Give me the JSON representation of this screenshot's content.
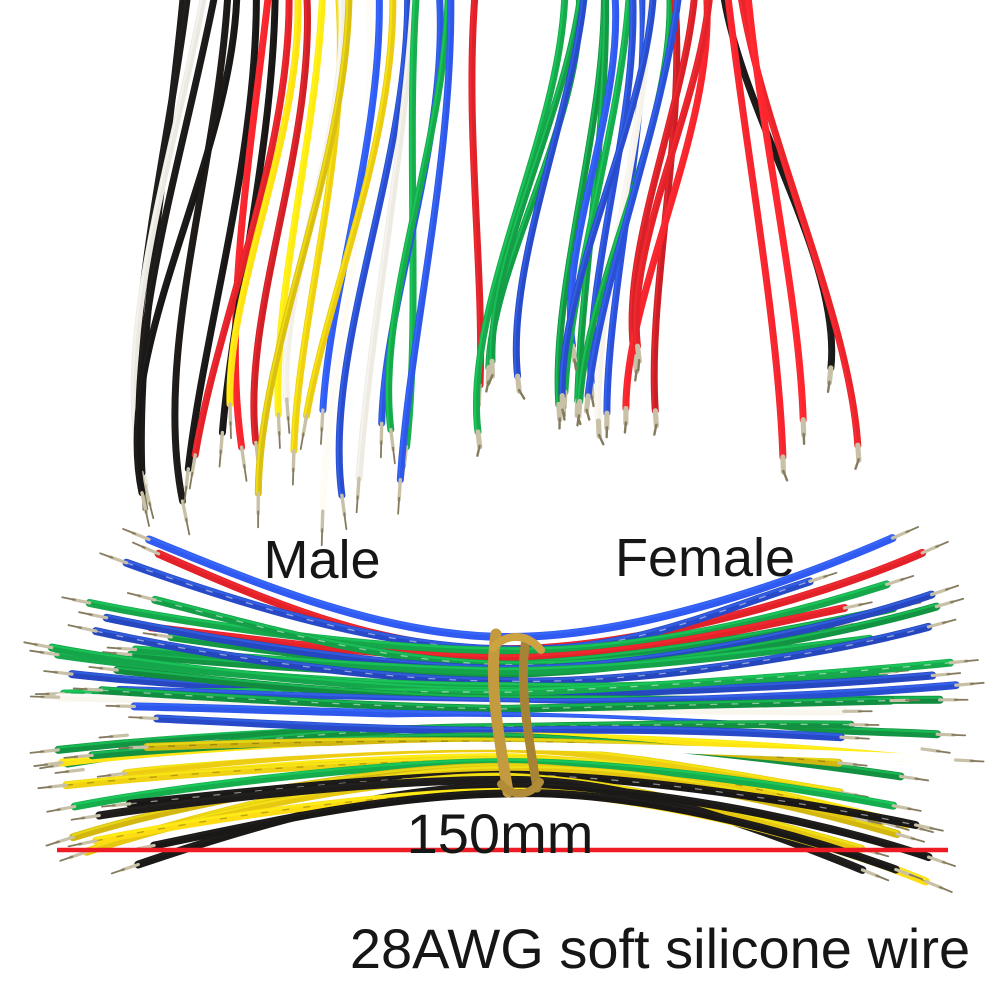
{
  "image": {
    "type": "product-photo",
    "background": "#ffffff",
    "subject": "28AWG soft silicone jumper wires with crimped terminals, bundle tied with rubber band"
  },
  "labels": {
    "male": "Male",
    "female": "Female",
    "length": "150mm",
    "caption": "28AWG soft silicone wire"
  },
  "palette": {
    "black": "#1b1917",
    "red": "#e02128",
    "yellow": "#eecf12",
    "white": "#f3f0e8",
    "blue": "#2a4fd4",
    "green": "#149a45",
    "terminal": "#c8c1a7",
    "terminal_dark": "#847b5e",
    "rubber_band": "#c39a3e",
    "measure_line": "#ee1b24",
    "text": "#161616"
  },
  "measure_line": {
    "color": "#ee1b24"
  },
  "bundles": {
    "male": {
      "terminal_type": "male-pin",
      "wires": [
        "black",
        "black",
        "white",
        "black",
        "black",
        "black",
        "black",
        "red",
        "black",
        "red",
        "yellow",
        "red",
        "yellow",
        "yellow",
        "white",
        "yellow",
        "white",
        "blue",
        "yellow",
        "blue",
        "white",
        "green",
        "blue",
        "green",
        "blue",
        "red"
      ]
    },
    "female": {
      "terminal_type": "female-socket",
      "wires": [
        "green",
        "green",
        "green",
        "blue",
        "green",
        "green",
        "blue",
        "green",
        "blue",
        "blue",
        "white",
        "blue",
        "green",
        "red",
        "blue",
        "red",
        "red",
        "red",
        "black",
        "red",
        "red",
        "red"
      ]
    },
    "tied": {
      "terminal_type": "crimped",
      "rubber_band_color": "#c39a3e",
      "wires": [
        "blue",
        "red",
        "blue",
        "green",
        "red",
        "green",
        "green",
        "blue",
        "green",
        "green",
        "blue",
        "green",
        "green",
        "blue",
        "green",
        "green",
        "blue",
        "white",
        "green",
        "blue",
        "green",
        "white",
        "green",
        "blue",
        "yellow",
        "green",
        "yellow",
        "yellow",
        "white",
        "yellow",
        "yellow",
        "green",
        "yellow",
        "yellow",
        "black",
        "yellow",
        "black",
        "black",
        "yellow",
        "black"
      ]
    }
  }
}
